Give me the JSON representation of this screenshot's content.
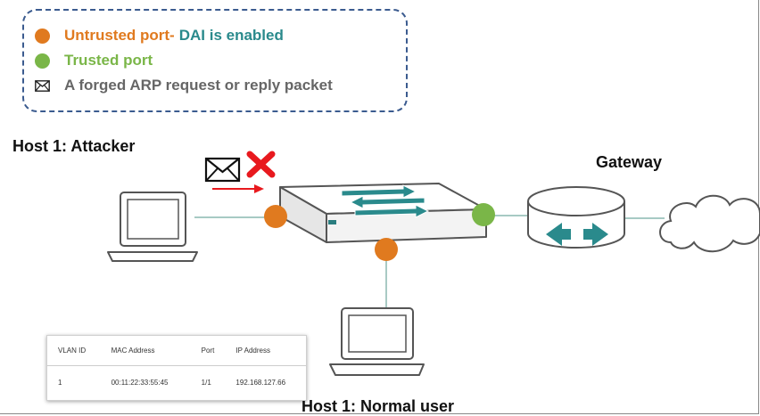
{
  "legend": {
    "untrusted_label": "Untrusted port-",
    "dai_label": "DAI is enabled",
    "trusted_label": "Trusted port",
    "forged_label": "A forged ARP request or reply packet",
    "colors": {
      "untrusted": "#e07a1f",
      "trusted": "#7ab648",
      "dai_text": "#2a8a8c",
      "forged_text": "#666666",
      "border": "#3b5b8f"
    }
  },
  "labels": {
    "attacker": "Host 1: Attacker",
    "gateway": "Gateway",
    "normal_user": "Host 1: Normal user"
  },
  "mac_table": {
    "headers": [
      "VLAN ID",
      "MAC Address",
      "Port",
      "IP Address"
    ],
    "rows": [
      [
        "1",
        "00:11:22:33:55:45",
        "1/1",
        "192.168.127.66"
      ]
    ]
  },
  "icons": {
    "host": "laptop-icon",
    "switch": "switch-icon",
    "gateway": "router-icon",
    "internet": "cloud-icon",
    "blocked": "red-x-icon",
    "packet": "envelope-icon"
  }
}
